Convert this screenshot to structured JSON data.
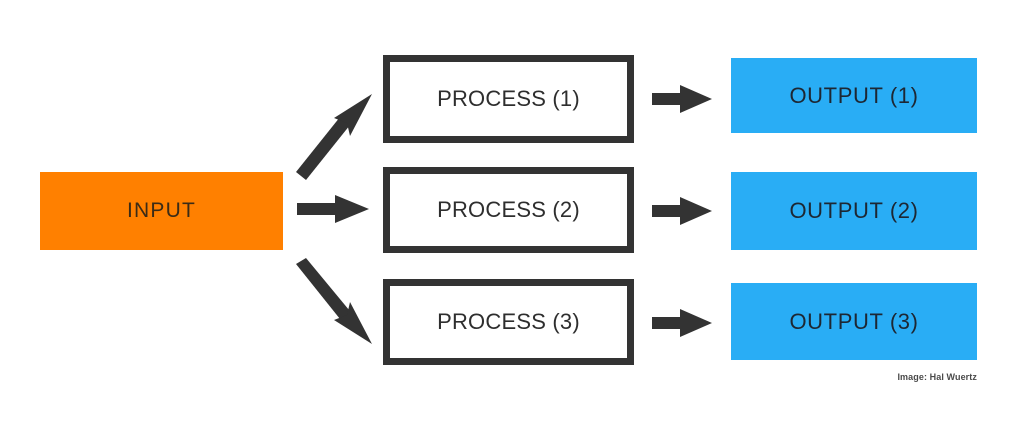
{
  "diagram": {
    "title_text": "",
    "background_color": "#ffffff",
    "input": {
      "label": "INPUT",
      "color": "#ff8000"
    },
    "processes": [
      {
        "label": "PROCESS (1)",
        "border_color": "#333333",
        "fill_color": "#ffffff"
      },
      {
        "label": "PROCESS (2)",
        "border_color": "#333333",
        "fill_color": "#ffffff"
      },
      {
        "label": "PROCESS (3)",
        "border_color": "#333333",
        "fill_color": "#ffffff"
      }
    ],
    "outputs": [
      {
        "label": "OUTPUT (1)",
        "color": "#29adf5"
      },
      {
        "label": "OUTPUT (2)",
        "color": "#29adf5"
      },
      {
        "label": "OUTPUT (3)",
        "color": "#29adf5"
      }
    ],
    "arrows": [
      {
        "name": "input-to-process-1",
        "direction": "up-right",
        "color": "#333333"
      },
      {
        "name": "input-to-process-2",
        "direction": "right",
        "color": "#333333"
      },
      {
        "name": "input-to-process-3",
        "direction": "down-right",
        "color": "#333333"
      },
      {
        "name": "process-1-to-output-1",
        "direction": "right",
        "color": "#333333"
      },
      {
        "name": "process-2-to-output-2",
        "direction": "right",
        "color": "#333333"
      },
      {
        "name": "process-3-to-output-3",
        "direction": "right",
        "color": "#333333"
      }
    ],
    "credit": "Image: Hal Wuertz"
  }
}
